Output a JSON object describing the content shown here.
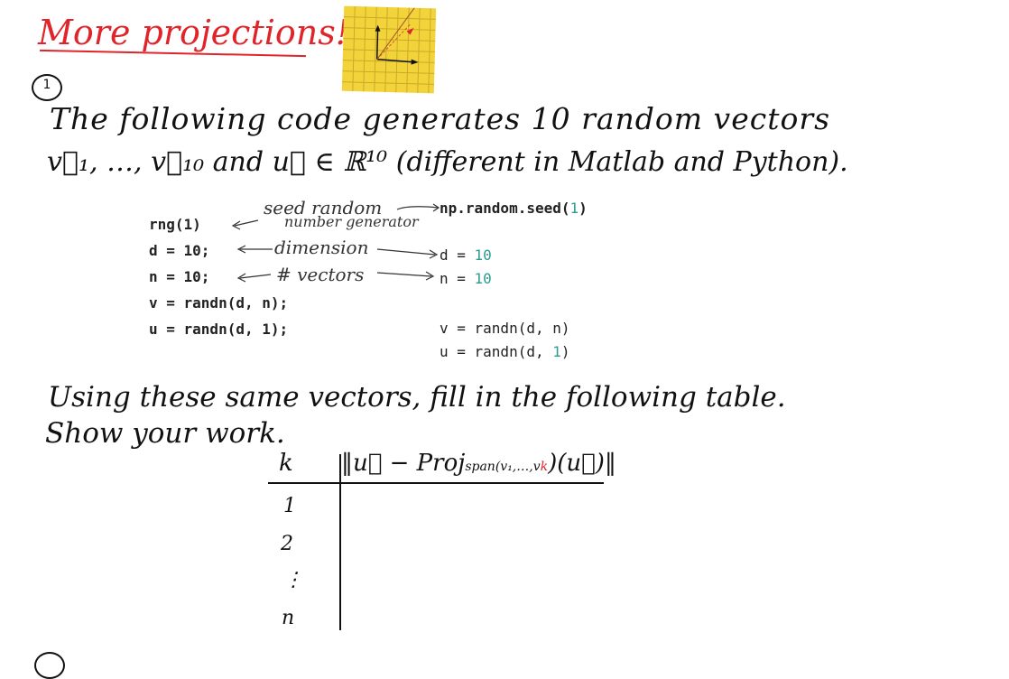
{
  "title": "More projections!",
  "section_number_1": "1",
  "prompt_line_1": "The following code generates 10 random vectors",
  "prompt_line_2": "v⃗₁, …, v⃗₁₀ and u⃗ ∈ ℝ¹⁰ (different in Matlab and Python).",
  "matlab_code": [
    "rng(1)",
    "d = 10;",
    "n = 10;",
    "v = randn(d, n);",
    "u = randn(d, 1);"
  ],
  "python_code": {
    "seed": {
      "prefix": "np.random.seed(",
      "num": "1",
      "suffix": ")"
    },
    "d": {
      "prefix": "d = ",
      "num": "10"
    },
    "n": {
      "prefix": "n = ",
      "num": "10"
    },
    "v": "v = randn(d, n)",
    "u": {
      "prefix": "u = randn(d, ",
      "num": "1",
      "suffix": ")"
    }
  },
  "annotations": {
    "seed_1": "seed random",
    "seed_2": "number generator",
    "dimension": "dimension",
    "vectors": "# vectors"
  },
  "instruction_line_1": "Using these same vectors, fill in the following table.",
  "instruction_line_2": "Show your work.",
  "table": {
    "header_k": "k",
    "header_value": "‖u⃗ − Proj",
    "header_sub": "span(v₁,…,v",
    "header_sub_k": "k",
    "header_tail": ")(u⃗)‖",
    "rows": [
      "1",
      "2",
      "⋮",
      "n"
    ]
  }
}
